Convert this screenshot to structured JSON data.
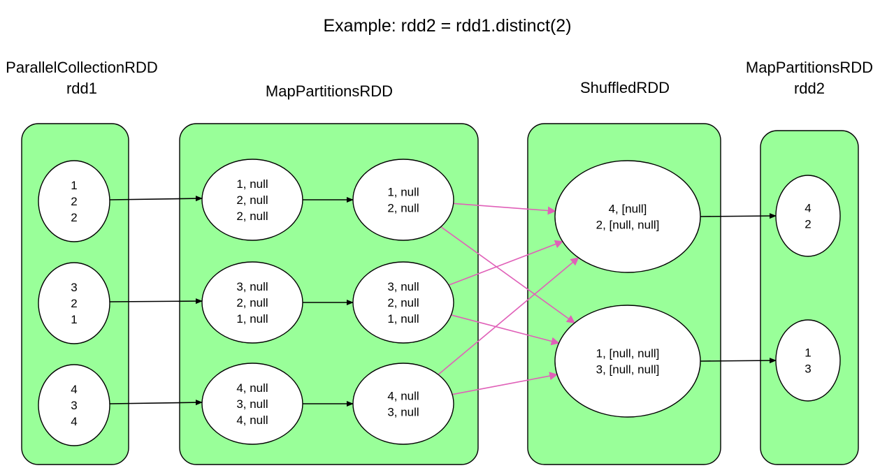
{
  "title": "Example: rdd2 = rdd1.distinct(2)",
  "colors": {
    "stage_fill": "#99ff99",
    "narrow_edge": "#000000",
    "shuffle_edge": "#e060b8"
  },
  "stages": [
    {
      "id": "rdd1",
      "label_lines": [
        "ParallelCollectionRDD",
        "rdd1"
      ]
    },
    {
      "id": "map1",
      "label_lines": [
        "MapPartitionsRDD"
      ]
    },
    {
      "id": "shuffled",
      "label_lines": [
        "ShuffledRDD"
      ]
    },
    {
      "id": "rdd2",
      "label_lines": [
        "MapPartitionsRDD",
        "rdd2"
      ]
    }
  ],
  "nodes": [
    {
      "id": "p0",
      "stage": "rdd1",
      "lines": [
        "1",
        "2",
        "2"
      ]
    },
    {
      "id": "p1",
      "stage": "rdd1",
      "lines": [
        "3",
        "2",
        "1"
      ]
    },
    {
      "id": "p2",
      "stage": "rdd1",
      "lines": [
        "4",
        "3",
        "4"
      ]
    },
    {
      "id": "m0",
      "stage": "map1",
      "lines": [
        "1, null",
        "2, null",
        "2, null"
      ]
    },
    {
      "id": "m1",
      "stage": "map1",
      "lines": [
        "3, null",
        "2, null",
        "1, null"
      ]
    },
    {
      "id": "m2",
      "stage": "map1",
      "lines": [
        "4, null",
        "3, null",
        "4, null"
      ]
    },
    {
      "id": "c0",
      "stage": "map1",
      "lines": [
        "1, null",
        "2, null"
      ]
    },
    {
      "id": "c1",
      "stage": "map1",
      "lines": [
        "3, null",
        "2, null",
        "1, null"
      ]
    },
    {
      "id": "c2",
      "stage": "map1",
      "lines": [
        "4, null",
        "3, null"
      ]
    },
    {
      "id": "s0",
      "stage": "shuffled",
      "lines": [
        "4, [null]",
        "2, [null, null]"
      ]
    },
    {
      "id": "s1",
      "stage": "shuffled",
      "lines": [
        "1, [null, null]",
        "3, [null, null]"
      ]
    },
    {
      "id": "r0",
      "stage": "rdd2",
      "lines": [
        "4",
        "2"
      ]
    },
    {
      "id": "r1",
      "stage": "rdd2",
      "lines": [
        "1",
        "3"
      ]
    }
  ],
  "edges": [
    {
      "from": "p0",
      "to": "m0",
      "kind": "narrow"
    },
    {
      "from": "p1",
      "to": "m1",
      "kind": "narrow"
    },
    {
      "from": "p2",
      "to": "m2",
      "kind": "narrow"
    },
    {
      "from": "m0",
      "to": "c0",
      "kind": "narrow"
    },
    {
      "from": "m1",
      "to": "c1",
      "kind": "narrow"
    },
    {
      "from": "m2",
      "to": "c2",
      "kind": "narrow"
    },
    {
      "from": "c0",
      "to": "s0",
      "kind": "shuffle"
    },
    {
      "from": "c0",
      "to": "s1",
      "kind": "shuffle"
    },
    {
      "from": "c1",
      "to": "s0",
      "kind": "shuffle"
    },
    {
      "from": "c1",
      "to": "s1",
      "kind": "shuffle"
    },
    {
      "from": "c2",
      "to": "s0",
      "kind": "shuffle"
    },
    {
      "from": "c2",
      "to": "s1",
      "kind": "shuffle"
    },
    {
      "from": "s0",
      "to": "r0",
      "kind": "narrow"
    },
    {
      "from": "s1",
      "to": "r1",
      "kind": "narrow"
    }
  ]
}
